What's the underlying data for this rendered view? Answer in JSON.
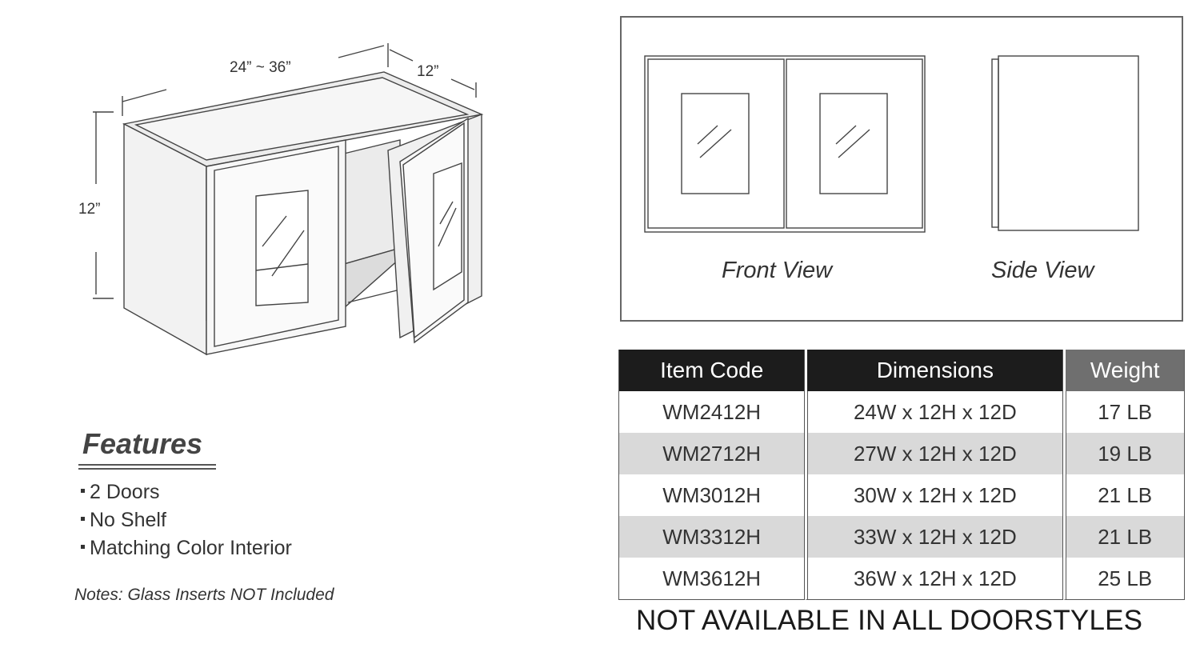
{
  "dimensions": {
    "width_range": "24” ~ 36”",
    "depth": "12”",
    "height": "12”"
  },
  "features": {
    "title": "Features",
    "items": [
      "2 Doors",
      "No Shelf",
      "Matching Color Interior"
    ]
  },
  "notes": "Notes: Glass Inserts NOT Included",
  "views": {
    "front_caption": "Front View",
    "side_caption": "Side View"
  },
  "table": {
    "headers": [
      "Item Code",
      "Dimensions",
      "Weight"
    ],
    "rows": [
      [
        "WM2412H",
        "24W x 12H x 12D",
        "17 LB"
      ],
      [
        "WM2712H",
        "27W x 12H x 12D",
        "19 LB"
      ],
      [
        "WM3012H",
        "30W x 12H x 12D",
        "21 LB"
      ],
      [
        "WM3312H",
        "33W x 12H x 12D",
        "21 LB"
      ],
      [
        "WM3612H",
        "36W x 12H x 12D",
        "25 LB"
      ]
    ]
  },
  "availability_note": "NOT AVAILABLE IN ALL DOORSTYLES",
  "colors": {
    "header_dark": "#1c1c1c",
    "header_grey": "#6f6f6f",
    "row_alt": "#d9d9d9"
  }
}
